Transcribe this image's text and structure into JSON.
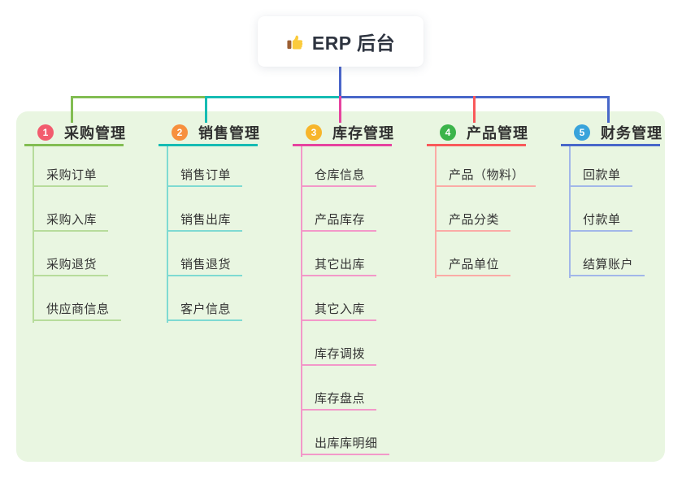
{
  "root": {
    "title": "ERP 后台",
    "icon": "thumbs-up"
  },
  "branches": [
    {
      "num": "1",
      "label": "采购管理",
      "badge_color": "#F25C6E",
      "line_color": "#82BD52",
      "child_line_color": "#B7DC9B",
      "children": [
        "采购订单",
        "采购入库",
        "采购退货",
        "供应商信息"
      ]
    },
    {
      "num": "2",
      "label": "销售管理",
      "badge_color": "#F7903E",
      "line_color": "#16BCB3",
      "child_line_color": "#7EDAD2",
      "children": [
        "销售订单",
        "销售出库",
        "销售退货",
        "客户信息"
      ]
    },
    {
      "num": "3",
      "label": "库存管理",
      "badge_color": "#F7B52B",
      "line_color": "#E6439F",
      "child_line_color": "#F398C9",
      "children": [
        "仓库信息",
        "产品库存",
        "其它出库",
        "其它入库",
        "库存调拨",
        "库存盘点",
        "出库库明细"
      ]
    },
    {
      "num": "4",
      "label": "产品管理",
      "badge_color": "#3BB44A",
      "line_color": "#F9595A",
      "child_line_color": "#FBABA6",
      "children": [
        "产品（物料）",
        "产品分类",
        "产品单位"
      ]
    },
    {
      "num": "5",
      "label": "财务管理",
      "badge_color": "#38A3DB",
      "line_color": "#4867C9",
      "child_line_color": "#A2B7E9",
      "children": [
        "回款单",
        "付款单",
        "结算账户"
      ]
    }
  ],
  "connector_colors": {
    "stem": "#4A65C9",
    "bus_left": "#82BD52",
    "bus_mid": "#16BCB3",
    "bus_right": "#4867C9"
  },
  "canvas_bg": "#E9F6E1"
}
